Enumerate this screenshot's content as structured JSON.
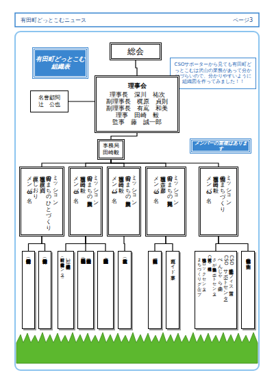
{
  "diagram": {
    "nodes": [
      {
        "text": [
          "総会"
        ]
      },
      {
        "text": [
          "有田町どっとこむ 組織表"
        ]
      },
      {
        "text": [
          "CSOサポーターから見ても有田町どっとこむは沢山の業務があって分かりづらいので、分かりやすいように組織図を作ってみました！！"
        ]
      },
      {
        "text": [
          "名誉顧問",
          "辻　公也"
        ]
      },
      {
        "text": [
          "理事会",
          "理事長　深川　祐次",
          "副理事長　梶原　貞則",
          "副理事長　有嶌　和美",
          "理事　田崎　毅",
          "監事　藤　誠一郎"
        ]
      },
      {
        "text": [
          "事務局",
          "田崎毅"
        ]
      },
      {
        "text": [
          "メンバーの重複はあります"
        ]
      },
      {
        "text": [
          "ミッション",
          "有田のまちのひとづくり",
          "担当理事　梶原　貞則",
          "梶原　しおり",
          "メンバー8名"
        ]
      },
      {
        "text": [
          "ミッション",
          "有田のまちの農業振興",
          "担当理事　田崎　毅",
          "メンバー6名"
        ]
      },
      {
        "text": [
          "ミッション",
          "有田のまちの農業振興",
          "担当理事　田崎　毅",
          "メンバー1名"
        ]
      },
      {
        "text": [
          "ミッション",
          "有田のまちの観光振興",
          "担当理事　森　邦彦",
          "メンバー9名"
        ]
      },
      {
        "text": [
          "ミッション",
          "協働のまちづくり",
          "担当理事　田崎　毅",
          "メンバー2名"
        ]
      },
      {
        "text": [
          "放課後学童保育（長期休暇中）"
        ]
      },
      {
        "text": [
          "放課後学童保育（学期中）"
        ]
      },
      {
        "text": [
          "担い手・後継者育成",
          "（有田町担い手育成総合支援センター）"
        ]
      },
      {
        "text": [
          "棚田保全活動支援",
          "（有田町棚田保全協議会）"
        ]
      },
      {
        "text": [
          "有田町農地・水保全活動支援対策事業"
        ]
      },
      {
        "text": [
          "技術者支援（森林）"
        ]
      },
      {
        "text": [
          "有田町観光案内所"
        ]
      },
      {
        "text": [
          "観光ガイド事業"
        ]
      },
      {
        "text": [
          "CSO活動支援オフィス運営",
          "CSOサポートセンター",
          "ぺんじゃら山楽",
          "さが県民協働サポートセンター",
          "佐賀県CSO推進機構",
          "地域協働ブロックセンター",
          "まちづくりグループ"
        ]
      },
      {
        "text": [
          "各種協働事業の企画実施"
        ]
      }
    ],
    "edges": [
      {
        "from": 0,
        "to": 4,
        "arrow": "none"
      },
      {
        "from": 3,
        "to": 4,
        "arrow": "none"
      },
      {
        "from": 4,
        "to": 5,
        "arrow": "none"
      },
      {
        "from": 5,
        "to": 7,
        "arrow": "none"
      },
      {
        "from": 5,
        "to": 8,
        "arrow": "none"
      },
      {
        "from": 5,
        "to": 9,
        "arrow": "none"
      },
      {
        "from": 5,
        "to": 10,
        "arrow": "none"
      },
      {
        "from": 5,
        "to": 11,
        "arrow": "none"
      },
      {
        "from": 7,
        "to": 12,
        "arrow": "none"
      },
      {
        "from": 7,
        "to": 13,
        "arrow": "none"
      },
      {
        "from": 8,
        "to": 14,
        "arrow": "none"
      },
      {
        "from": 8,
        "to": 15,
        "arrow": "none"
      },
      {
        "from": 8,
        "to": 16,
        "arrow": "none"
      },
      {
        "from": 9,
        "to": 17,
        "arrow": "none"
      },
      {
        "from": 10,
        "to": 18,
        "arrow": "none"
      },
      {
        "from": 10,
        "to": 19,
        "arrow": "none"
      },
      {
        "from": 11,
        "to": 20,
        "arrow": "none"
      },
      {
        "from": 11,
        "to": 21,
        "arrow": "none"
      }
    ],
    "labels": [
      "有田町どっとこむニュース",
      "ページ3"
    ]
  }
}
